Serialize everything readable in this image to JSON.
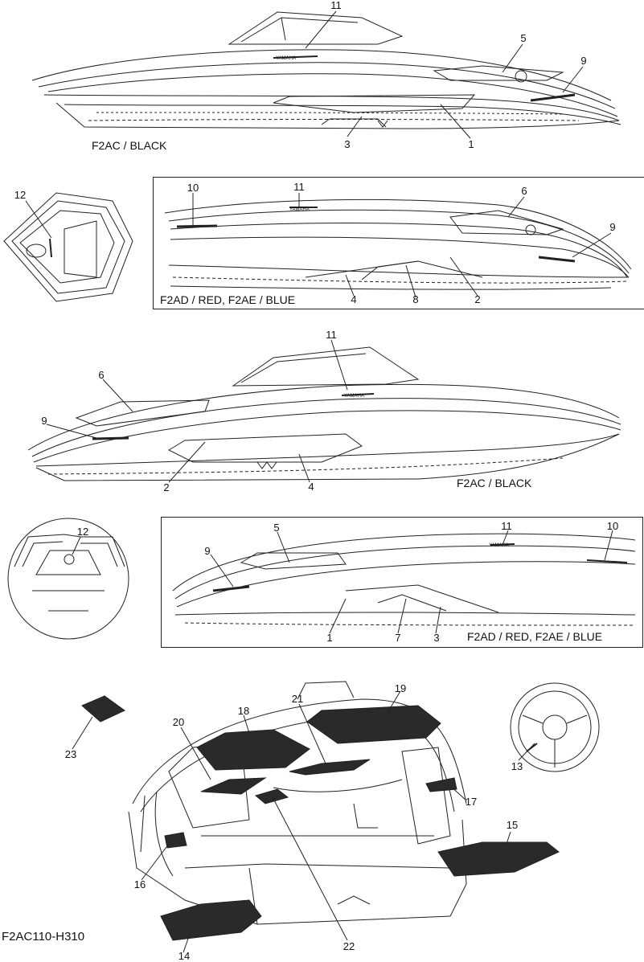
{
  "diagram": {
    "figure_code": "F2AC110-H310",
    "views": [
      {
        "id": "view1",
        "variant_label": "F2AC / BLACK"
      },
      {
        "id": "view2",
        "variant_label": "F2AD / RED,  F2AE / BLUE"
      },
      {
        "id": "view3",
        "variant_label": "F2AC / BLACK"
      },
      {
        "id": "view4",
        "variant_label": "F2AD / RED,  F2AE / BLUE"
      }
    ],
    "callouts": {
      "v1": [
        "11",
        "5",
        "9",
        "3",
        "1"
      ],
      "v2": [
        "12",
        "10",
        "11",
        "6",
        "9",
        "4",
        "8",
        "2"
      ],
      "v3": [
        "11",
        "6",
        "9",
        "2",
        "4"
      ],
      "v4": [
        "12",
        "5",
        "11",
        "10",
        "9",
        "1",
        "7",
        "3"
      ],
      "v5": [
        "19",
        "21",
        "18",
        "20",
        "23",
        "13",
        "17",
        "15",
        "16",
        "22",
        "14"
      ]
    },
    "brand_mark": "YAMAHA",
    "colors": {
      "line": "#222222",
      "mat": "#2a2a2a"
    }
  }
}
